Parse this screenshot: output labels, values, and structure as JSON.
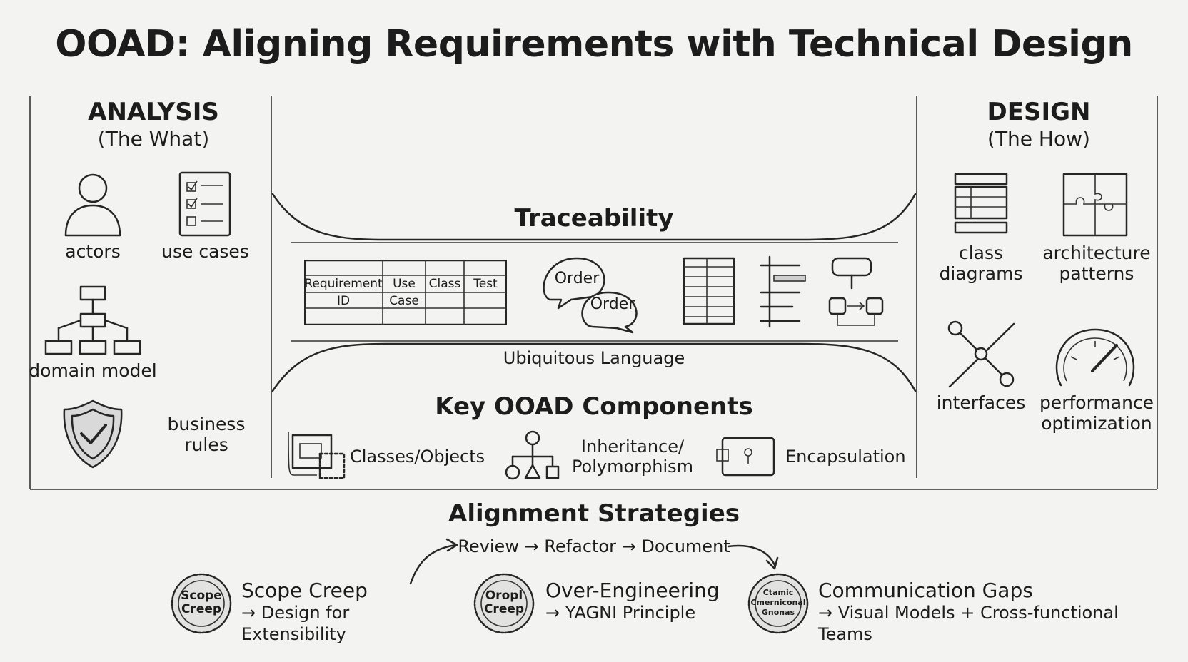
{
  "title": "OOAD: Aligning Requirements with Technical Design",
  "analysis": {
    "heading": "ANALYSIS",
    "subheading": "(The What)",
    "items": [
      "actors",
      "use cases",
      "domain model",
      "business rules"
    ],
    "business_rules_lines": [
      "business",
      "rules"
    ]
  },
  "design": {
    "heading": "DESIGN",
    "subheading": "(The How)",
    "class_diagrams": [
      "class",
      "diagrams"
    ],
    "architecture_patterns": [
      "architecture",
      "patterns"
    ],
    "interfaces": "interfaces",
    "performance_optimization": [
      "performance",
      "optimization"
    ]
  },
  "center": {
    "traceability": "Traceability",
    "matrix_headers": [
      "Requirement",
      "Use",
      "Class",
      "Test"
    ],
    "matrix_row2": [
      "ID",
      "Case",
      "",
      ""
    ],
    "bubble_words": [
      "Order",
      "Order"
    ],
    "ubiquitous": "Ubiquitous Language",
    "key_components_title": "Key OOAD Components",
    "components": {
      "classes": "Classes/Objects",
      "inheritance": [
        "Inheritance/",
        "Polymorphism"
      ],
      "encapsulation": "Encapsulation"
    }
  },
  "alignment": {
    "title": "Alignment Strategies",
    "flow": "Review → Refactor → Document",
    "strategies": [
      {
        "badge": [
          "Scope",
          "Creep"
        ],
        "title": "Scope Creep",
        "solution": "→ Design for Extensibility"
      },
      {
        "badge": [
          "Oropl",
          "Creep"
        ],
        "title": "Over-Engineering",
        "solution": "→ YAGNI Principle"
      },
      {
        "badge": [
          "Ctamic",
          "Cmerniconal",
          "Gnonas"
        ],
        "title": "Communication Gaps",
        "solution": "→ Visual Models + Cross-functional Teams"
      }
    ]
  }
}
